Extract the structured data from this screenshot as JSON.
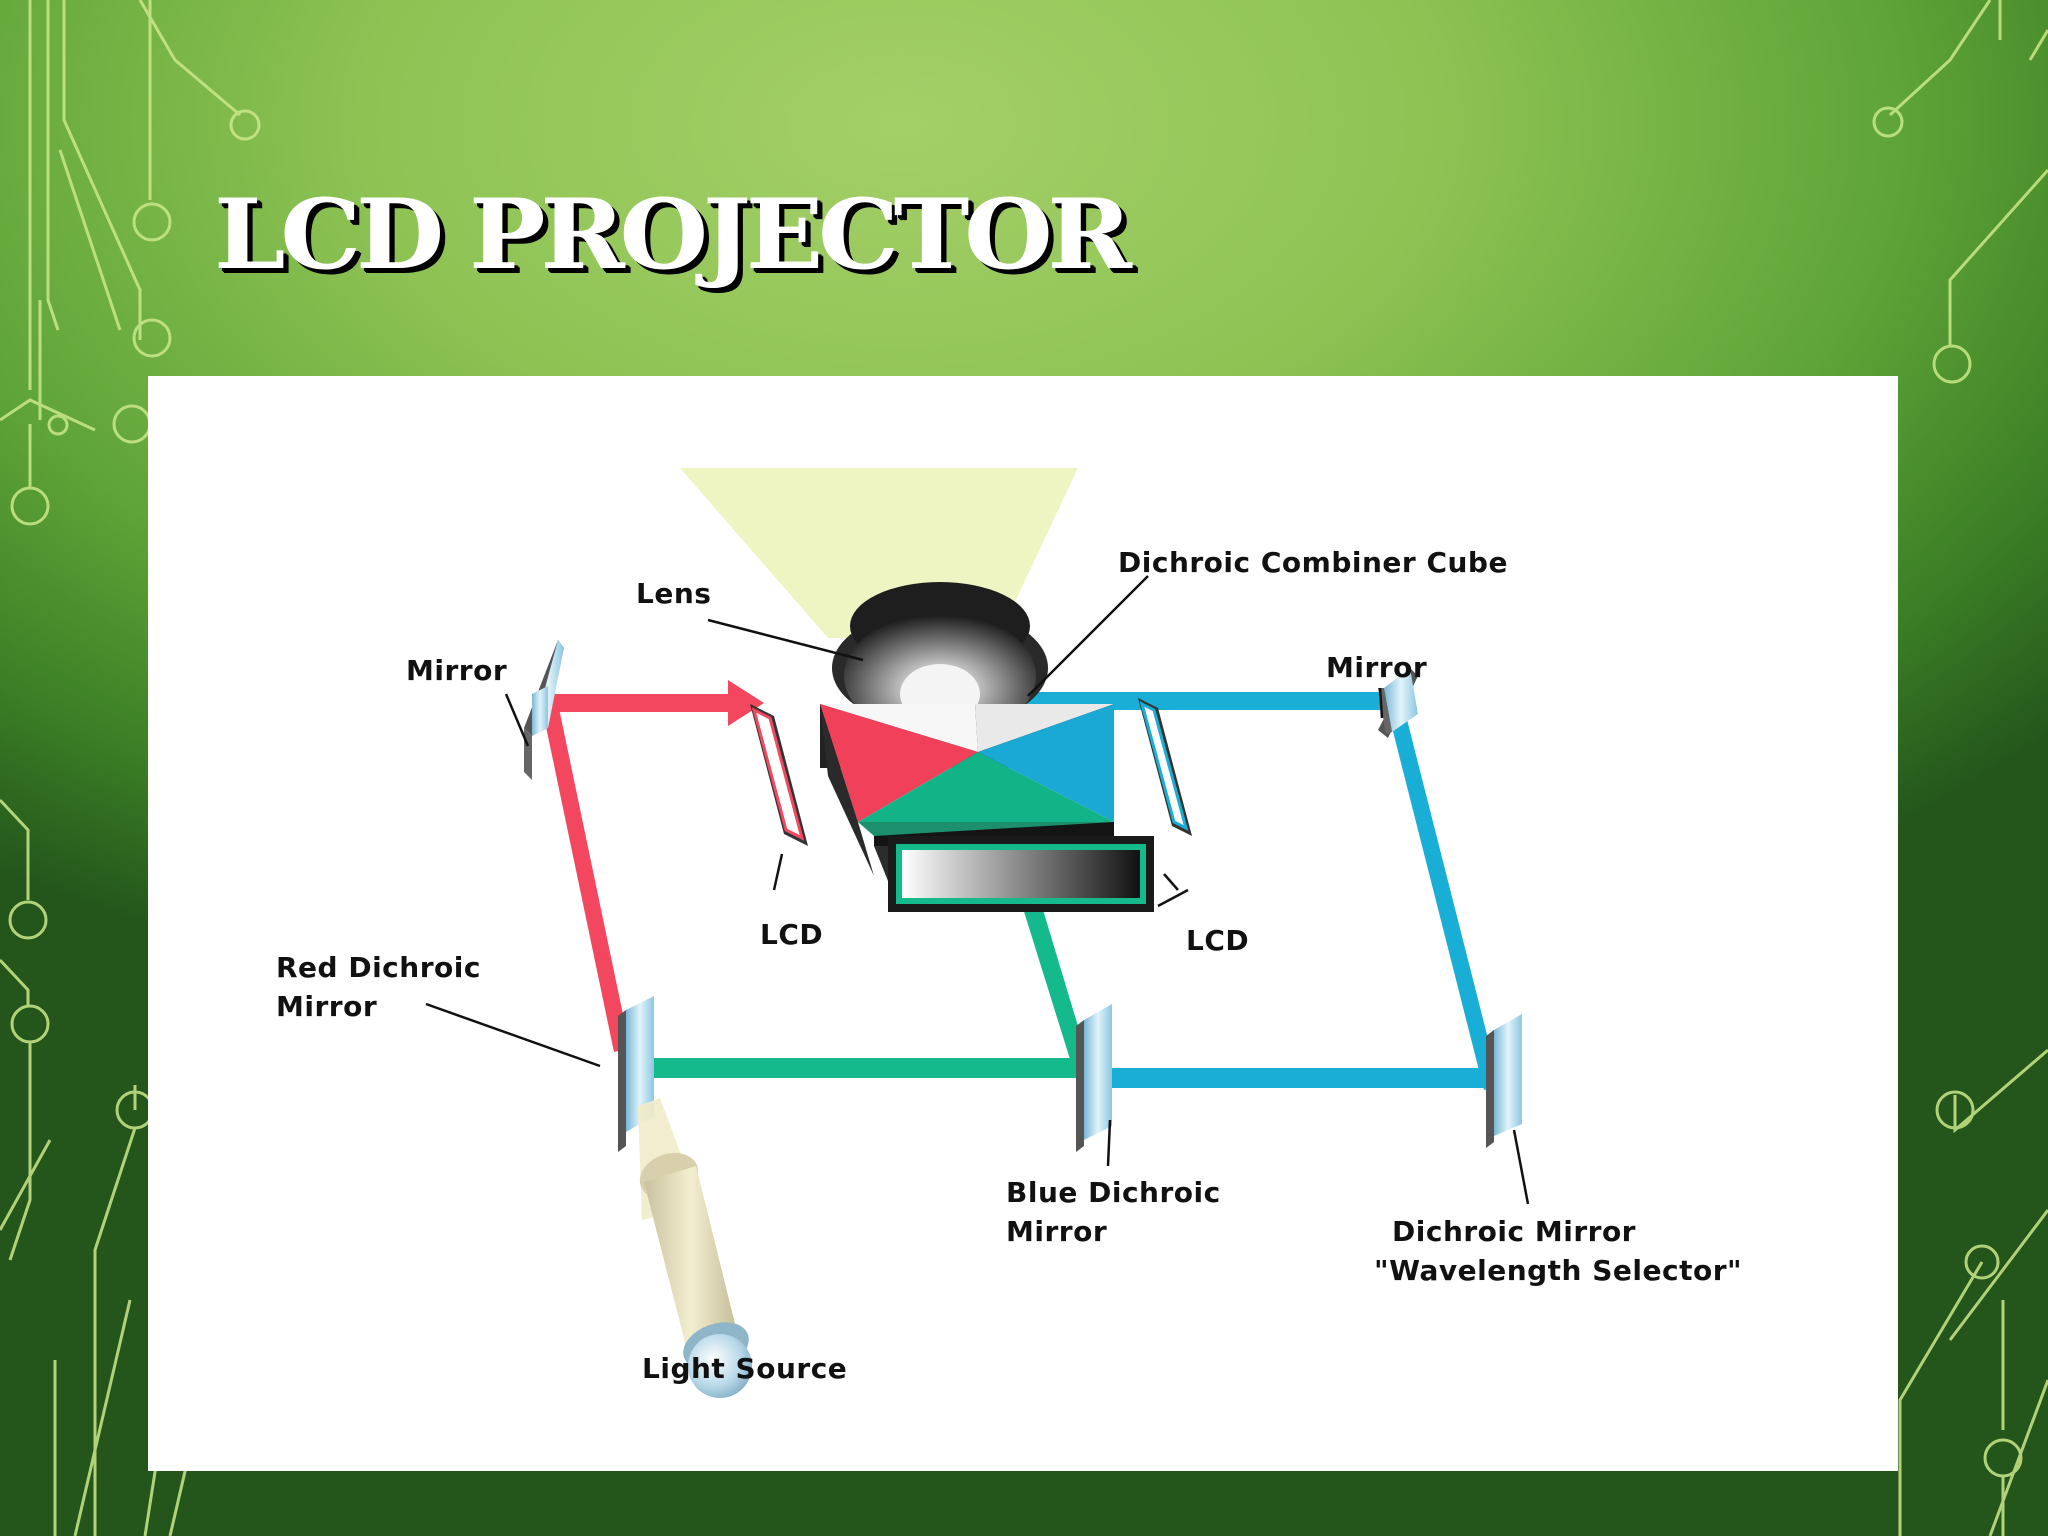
{
  "slide": {
    "title": "LCD PROJECTOR"
  },
  "diagram": {
    "labels": {
      "lens": "Lens",
      "combiner": "Dichroic Combiner Cube",
      "mirror_left": "Mirror",
      "mirror_right": "Mirror",
      "lcd_left": "LCD",
      "lcd_right": "LCD",
      "red_dichroic_line1": "Red Dichroic",
      "red_dichroic_line2": "Mirror",
      "blue_dichroic_line1": "Blue Dichroic",
      "blue_dichroic_line2": "Mirror",
      "selector_line1": "Dichroic Mirror",
      "selector_line2": "\"Wavelength Selector\"",
      "light_source": "Light Source"
    },
    "colors": {
      "red_beam": "#f2475f",
      "green_beam": "#14b98c",
      "blue_beam": "#18aed6",
      "cube_red": "#f0405a",
      "cube_blue": "#1aa8d4",
      "cube_green": "#12b487",
      "projected_light": "#eef5c2"
    }
  }
}
